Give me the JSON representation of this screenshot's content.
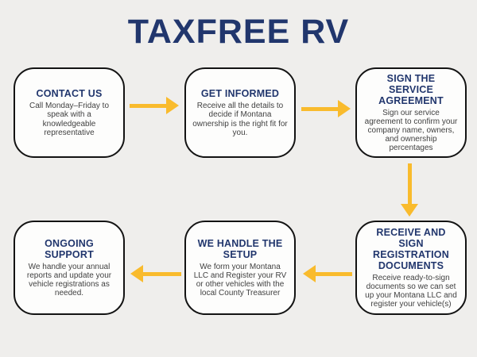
{
  "title": "TAXFREE RV",
  "colors": {
    "background": "#efeeec",
    "box_fill": "#fdfdfc",
    "box_border": "#131313",
    "heading_navy": "#21366d",
    "body_text": "#414141",
    "arrow_yellow": "#f9bb2d"
  },
  "icons": {
    "arrow_right": "arrow-right-icon",
    "arrow_down": "arrow-down-icon",
    "arrow_left": "arrow-left-icon"
  },
  "flowchart": {
    "steps": [
      {
        "title": "CONTACT US",
        "description": "Call Monday–Friday to speak with a knowledgeable representative"
      },
      {
        "title": "GET INFORMED",
        "description": "Receive all the details to decide if Montana ownership is the right fit for you."
      },
      {
        "title": "SIGN THE SERVICE AGREEMENT",
        "description": "Sign our service agreement to confirm your company name, owners, and ownership percentages"
      },
      {
        "title": "RECEIVE AND SIGN REGISTRATION DOCUMENTS",
        "description": "Receive ready-to-sign documents so we can set up your Montana LLC and register your vehicle(s)"
      },
      {
        "title": "WE HANDLE THE SETUP",
        "description": "We form your Montana LLC and Register your RV or other vehicles with the local County Treasurer"
      },
      {
        "title": "ONGOING SUPPORT",
        "description": "We handle your annual reports and update your vehicle registrations as needed."
      }
    ]
  }
}
